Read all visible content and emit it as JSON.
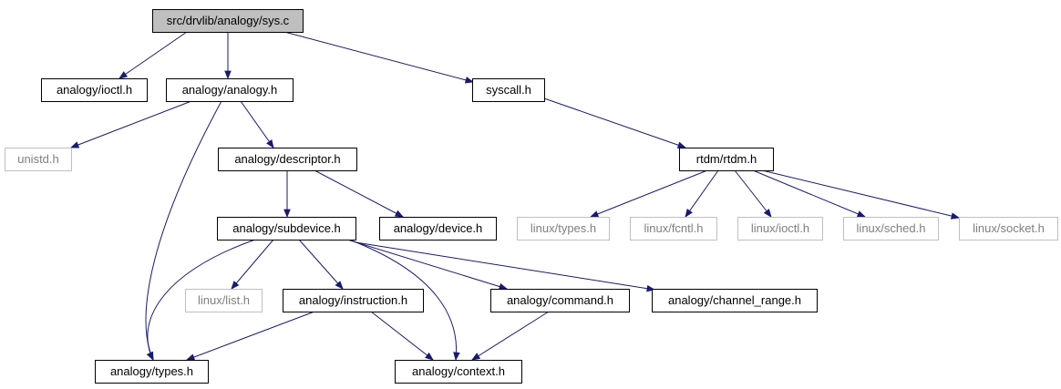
{
  "diagram": {
    "colors": {
      "edge": "#1a1a6e",
      "root_fill": "#bfbfbf",
      "node_border": "#000000",
      "missing_border": "#bfbfbf",
      "missing_text": "#7f7f7f"
    },
    "nodes": [
      {
        "id": "sys_c",
        "label": "src/drvlib/analogy/sys.c",
        "style": "root"
      },
      {
        "id": "analogy_ioctl",
        "label": "analogy/ioctl.h",
        "style": "normal"
      },
      {
        "id": "analogy_analogy",
        "label": "analogy/analogy.h",
        "style": "normal"
      },
      {
        "id": "syscall",
        "label": "syscall.h",
        "style": "normal"
      },
      {
        "id": "unistd",
        "label": "unistd.h",
        "style": "missing"
      },
      {
        "id": "analogy_descriptor",
        "label": "analogy/descriptor.h",
        "style": "normal"
      },
      {
        "id": "rtdm",
        "label": "rtdm/rtdm.h",
        "style": "normal"
      },
      {
        "id": "analogy_subdevice",
        "label": "analogy/subdevice.h",
        "style": "normal"
      },
      {
        "id": "analogy_device",
        "label": "analogy/device.h",
        "style": "normal"
      },
      {
        "id": "linux_types",
        "label": "linux/types.h",
        "style": "missing"
      },
      {
        "id": "linux_fcntl",
        "label": "linux/fcntl.h",
        "style": "missing"
      },
      {
        "id": "linux_ioctl",
        "label": "linux/ioctl.h",
        "style": "missing"
      },
      {
        "id": "linux_sched",
        "label": "linux/sched.h",
        "style": "missing"
      },
      {
        "id": "linux_socket",
        "label": "linux/socket.h",
        "style": "missing"
      },
      {
        "id": "linux_list",
        "label": "linux/list.h",
        "style": "missing"
      },
      {
        "id": "analogy_instruction",
        "label": "analogy/instruction.h",
        "style": "normal"
      },
      {
        "id": "analogy_command",
        "label": "analogy/command.h",
        "style": "normal"
      },
      {
        "id": "analogy_channel_range",
        "label": "analogy/channel_range.h",
        "style": "normal"
      },
      {
        "id": "analogy_types",
        "label": "analogy/types.h",
        "style": "normal"
      },
      {
        "id": "analogy_context",
        "label": "analogy/context.h",
        "style": "normal"
      }
    ],
    "edges": [
      {
        "from": "sys_c",
        "to": "analogy_ioctl"
      },
      {
        "from": "sys_c",
        "to": "analogy_analogy"
      },
      {
        "from": "sys_c",
        "to": "syscall"
      },
      {
        "from": "analogy_analogy",
        "to": "unistd"
      },
      {
        "from": "analogy_analogy",
        "to": "analogy_descriptor"
      },
      {
        "from": "analogy_analogy",
        "to": "analogy_types"
      },
      {
        "from": "syscall",
        "to": "rtdm"
      },
      {
        "from": "analogy_descriptor",
        "to": "analogy_subdevice"
      },
      {
        "from": "analogy_descriptor",
        "to": "analogy_device"
      },
      {
        "from": "rtdm",
        "to": "linux_types"
      },
      {
        "from": "rtdm",
        "to": "linux_fcntl"
      },
      {
        "from": "rtdm",
        "to": "linux_ioctl"
      },
      {
        "from": "rtdm",
        "to": "linux_sched"
      },
      {
        "from": "rtdm",
        "to": "linux_socket"
      },
      {
        "from": "analogy_subdevice",
        "to": "linux_list"
      },
      {
        "from": "analogy_subdevice",
        "to": "analogy_instruction"
      },
      {
        "from": "analogy_subdevice",
        "to": "analogy_command"
      },
      {
        "from": "analogy_subdevice",
        "to": "analogy_channel_range"
      },
      {
        "from": "analogy_subdevice",
        "to": "analogy_types"
      },
      {
        "from": "analogy_subdevice",
        "to": "analogy_context"
      },
      {
        "from": "analogy_instruction",
        "to": "analogy_types"
      },
      {
        "from": "analogy_instruction",
        "to": "analogy_context"
      },
      {
        "from": "analogy_command",
        "to": "analogy_context"
      }
    ]
  }
}
